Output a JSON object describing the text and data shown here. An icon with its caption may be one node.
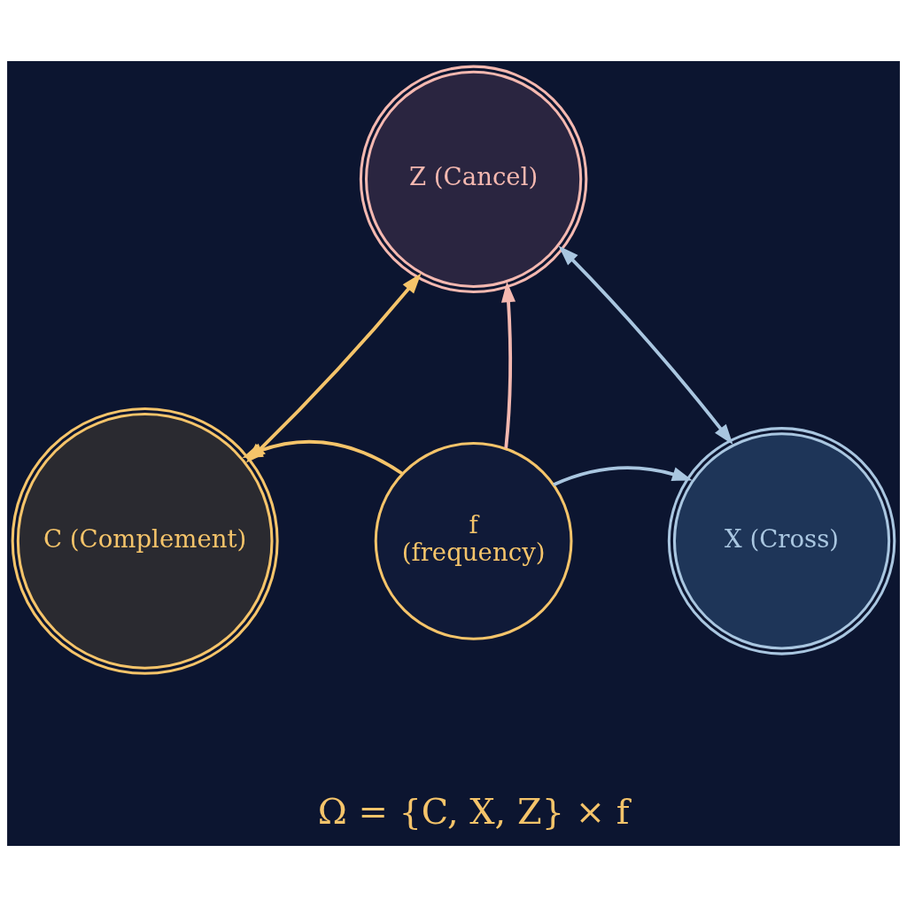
{
  "diagram": {
    "nodes": [
      {
        "text": [
          "Z (Cancel)"
        ]
      },
      {
        "text": [
          "C (Complement)"
        ]
      },
      {
        "text": [
          "X (Cross)"
        ]
      },
      {
        "text": [
          "f",
          "(frequency)"
        ]
      }
    ],
    "edges": [
      {
        "from": 1,
        "to": 0,
        "arrow": "both",
        "color": "#f5c46a"
      },
      {
        "from": 0,
        "to": 2,
        "arrow": "both",
        "color": "#a9c6e0"
      },
      {
        "from": 3,
        "to": 0,
        "arrow": "to",
        "color": "#f4b8b0"
      },
      {
        "from": 3,
        "to": 1,
        "arrow": "to",
        "color": "#f5c46a"
      },
      {
        "from": 3,
        "to": 2,
        "arrow": "to",
        "color": "#a9c6e0"
      }
    ],
    "labels": [
      "Ω = {C, X, Z} × f"
    ]
  }
}
